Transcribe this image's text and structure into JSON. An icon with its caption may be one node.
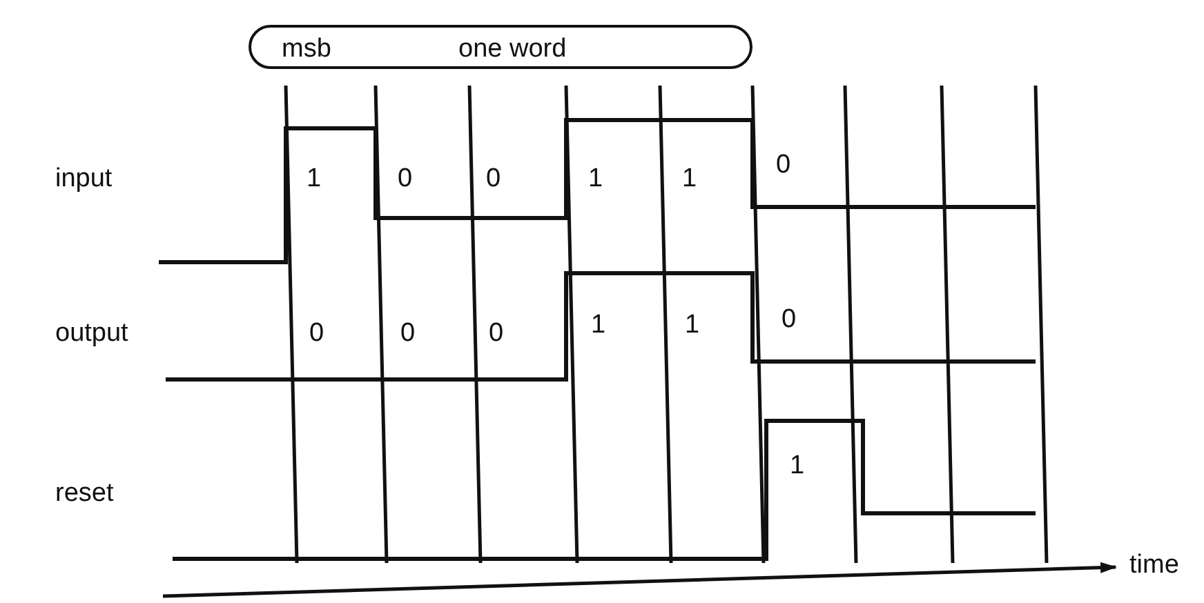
{
  "diagram": {
    "nodes": [
      {
        "text": [
          "msb",
          "one word"
        ]
      }
    ],
    "labels": [
      "input",
      "1",
      "0",
      "0",
      "1",
      "1",
      "0",
      "output",
      "0",
      "0",
      "0",
      "1",
      "1",
      "0",
      "reset",
      "1",
      "time"
    ]
  }
}
